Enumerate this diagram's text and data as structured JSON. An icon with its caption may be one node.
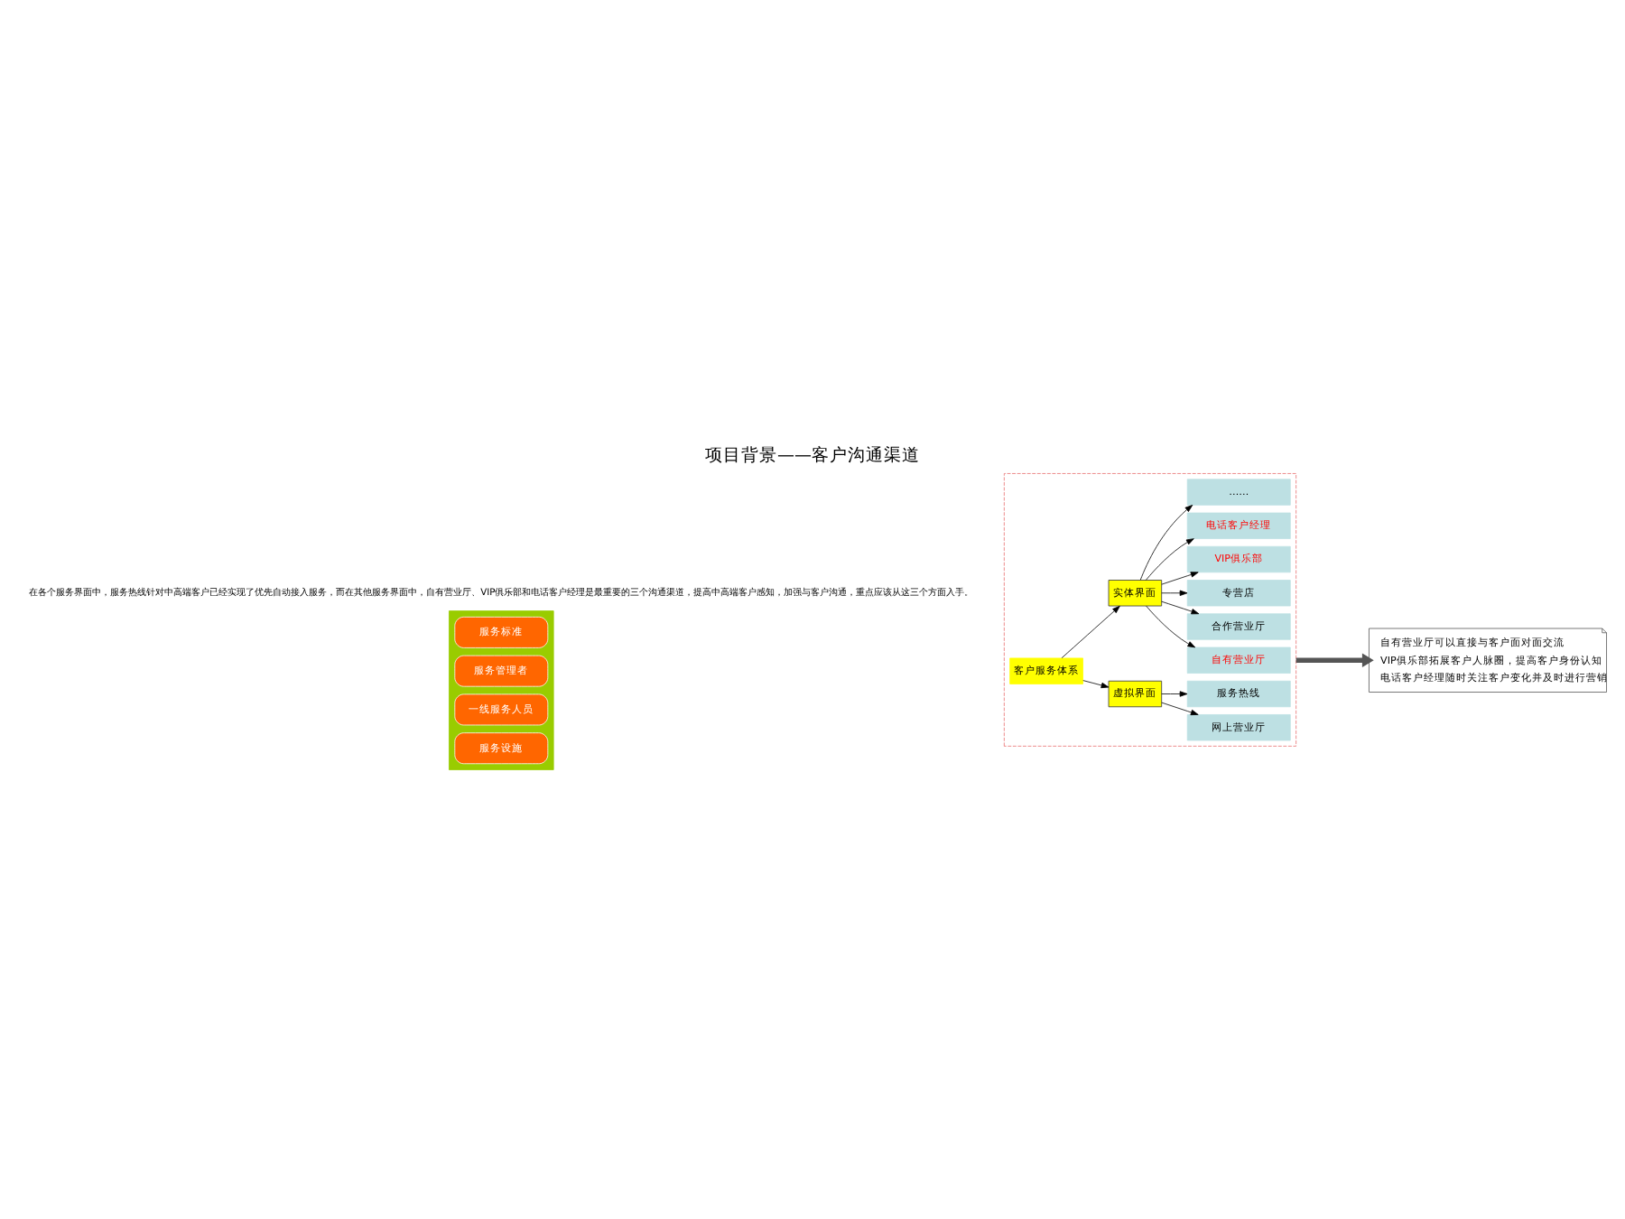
{
  "diagram": {
    "title": "项目背景——客户沟通渠道",
    "nodes": [
      {
        "text": [],
        "shape": "band"
      },
      {
        "text": [
          "服务标准"
        ],
        "in": 0
      },
      {
        "text": [
          "服务管理者"
        ],
        "in": 0
      },
      {
        "text": [
          "一线服务人员"
        ],
        "in": 0
      },
      {
        "text": [
          "服务设施"
        ],
        "in": 0
      },
      {
        "text": [],
        "shape": "box"
      },
      {
        "text": [
          "客户服务体系"
        ],
        "in": 5
      },
      {
        "text": [
          "虚拟界面"
        ],
        "in": 5
      },
      {
        "text": [
          "实体界面"
        ],
        "in": 5
      },
      {
        "text": [
          "网上营业厅"
        ],
        "in": 5
      },
      {
        "text": [
          "服务热线"
        ],
        "in": 5
      },
      {
        "text": [
          "自有营业厅"
        ],
        "in": 5
      },
      {
        "text": [
          "合作营业厅"
        ],
        "in": 5
      },
      {
        "text": [
          "专营店"
        ],
        "in": 5
      },
      {
        "text": [
          "VIP俱乐部"
        ],
        "in": 5
      },
      {
        "text": [
          "电话客户经理"
        ],
        "in": 5
      },
      {
        "text": [
          "……"
        ],
        "in": 5
      },
      {
        "text": [
          "自有营业厅可以直接与客户面对面交流",
          "VIP俱乐部拓展客户人脉圈，提高客户身份认知",
          "电话客户经理随时关注客户变化并及时进行营销"
        ]
      }
    ],
    "edges": [
      {
        "from": 6,
        "to": 7,
        "arrow": "to"
      },
      {
        "from": 6,
        "to": 8,
        "arrow": "to"
      },
      {
        "from": 7,
        "to": 9,
        "arrow": "to"
      },
      {
        "from": 7,
        "to": 10,
        "arrow": "to"
      },
      {
        "from": 8,
        "to": 11,
        "arrow": "to"
      },
      {
        "from": 8,
        "to": 12,
        "arrow": "to"
      },
      {
        "from": 8,
        "to": 13,
        "arrow": "to"
      },
      {
        "from": 8,
        "to": 14,
        "arrow": "to"
      },
      {
        "from": 8,
        "to": 15,
        "arrow": "to"
      },
      {
        "from": 8,
        "to": 16,
        "arrow": "to"
      },
      {
        "from": 5,
        "to": 17,
        "arrow": "to",
        "style": "thick"
      }
    ],
    "labels": [
      "在各个服务界面中，服务热线针对中高端客户已经实现了优先自动接入服务，而在其他服务界面中，自有营业厅、VIP俱乐部和电话客户经理是最重要的三个沟通渠道，提高中高端客户感知，加强与客户沟通，重点应该从这三个方面入手。"
    ]
  }
}
